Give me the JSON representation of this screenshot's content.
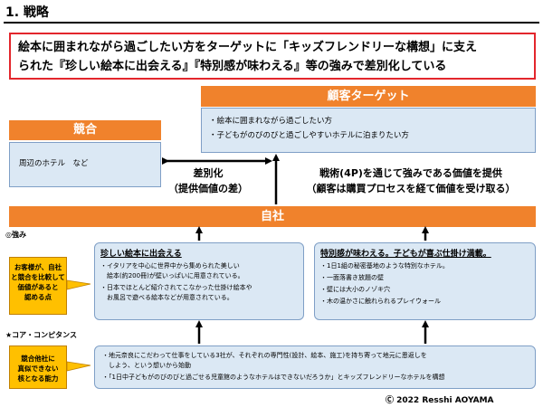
{
  "title": "1. 戦略",
  "headline": {
    "line1": "絵本に囲まれながら過ごしたい方をターゲットに「キッズフレンドリーな構想」に支え",
    "line2": "られた『珍しい絵本に出会える』『特別感が味わえる』等の強みで差別化している"
  },
  "customer": {
    "heading": "顧客ターゲット",
    "items": [
      "・絵本に囲まれながら過ごしたい方",
      "・子どもがのびのびと過ごしやすいホテルに泊まりたい方"
    ]
  },
  "competitor": {
    "heading": "競合",
    "body": "周辺のホテル　など"
  },
  "differentiation": {
    "line1": "差別化",
    "line2": "（提供価値の差）"
  },
  "strategy": {
    "line1": "戦術(4P)を通じて強みである価値を提供",
    "line2": "（顧客は購買プロセスを経て価値を受け取る）"
  },
  "self": {
    "heading": "自社"
  },
  "strengths": {
    "label": "◎強み",
    "side_note": [
      "お客様が、自社",
      "と競合を比較して",
      "価値があると",
      "認める点"
    ],
    "box1": {
      "title": "珍しい絵本に出会える",
      "lines": [
        "・イタリアを中心に世界中から集められた美しい",
        "　絵本(約200冊)が壁いっぱいに用意されている。",
        "・日本でほとんど紹介されてこなかった仕掛け絵本や",
        "　お風呂で遊べる絵本などが用意されている。"
      ]
    },
    "box2": {
      "title": "特別感が味わえる。子どもが喜ぶ仕掛け満載。",
      "lines": [
        "・1日1組の秘密基地のような特別なホテル。",
        "・一面落書き放題の壁",
        "・壁には大小のノゾキ穴",
        "・木の温かさに触れられるプレイウォール"
      ]
    }
  },
  "core": {
    "label": "★コア・コンピタンス",
    "side_note": [
      "競合他社に",
      "真似できない",
      "核となる能力"
    ],
    "lines": [
      "・地元奈良にこだわって仕事をしている3社が、それぞれの専門性(設計、絵本、施工)を持ち寄って地元に恩返しを",
      "　しよう、という想いから始動",
      "・「1日中子どもがのびのびと過ごせる児童館のようなホテルはできないだろうか」とキッズフレンドリーなホテルを構想"
    ]
  },
  "copyright": "Ⓒ 2022 Resshi AOYAMA",
  "colors": {
    "accent_orange": "#f0822c",
    "headline_border": "#e3262c",
    "box_fill": "#dbe8f4",
    "note_yellow": "#ffc000"
  }
}
